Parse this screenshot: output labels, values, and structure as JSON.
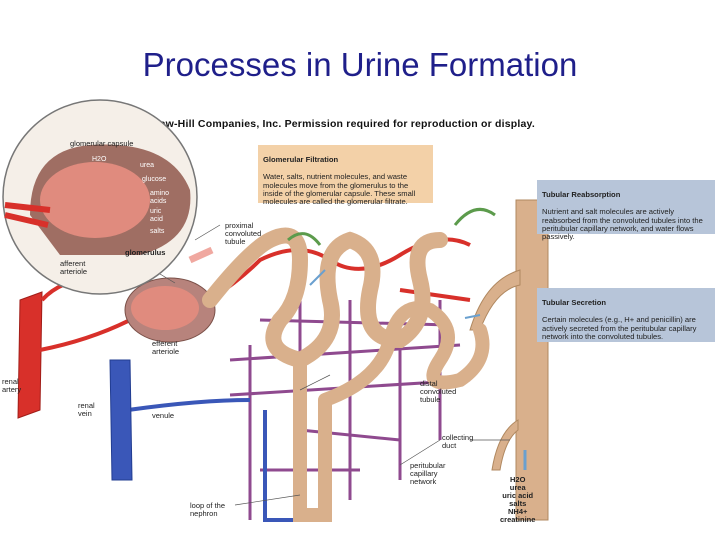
{
  "title": "Processes in Urine Formation",
  "copyright": "Copyright © The McGraw-Hill Companies, Inc. Permission required for reproduction or display.",
  "inset": {
    "capsule": "glomerular capsule",
    "h2o": "H2O",
    "urea": "urea",
    "glucose": "glucose",
    "amino": "amino\nacids",
    "uric": "uric\nacid",
    "salts": "salts",
    "glomerulus": "glomerulus"
  },
  "labels": {
    "afferent": "afferent\narteriole",
    "efferent": "efferent\narteriole",
    "renal_artery": "renal\nartery",
    "renal_vein": "renal\nvein",
    "venule": "venule",
    "proximal": "proximal\nconvoluted\ntubule",
    "distal": "distal\nconvoluted\ntubule",
    "collecting": "collecting\nduct",
    "peritubular": "peritubular\ncapillary\nnetwork",
    "loop": "loop of the\nnephron",
    "urine": "H2O\nurea\nuric acid\nsalts\nNH4+\ncreatinine"
  },
  "boxes": {
    "filtration_title": "Glomerular Filtration",
    "filtration_text": "Water, salts, nutrient molecules, and waste molecules move from the glomerulus to the inside of the glomerular capsule. These small molecules are called the glomerular filtrate.",
    "reabsorption_title": "Tubular Reabsorption",
    "reabsorption_text": "Nutrient and salt molecules are actively reabsorbed from the convoluted tubules into the peritubular capillary network, and water flows passively.",
    "secretion_title": "Tubular Secretion",
    "secretion_text": "Certain molecules (e.g., H+ and penicillin) are actively secreted from the peritubular capillary network into the convoluted tubules."
  },
  "colors": {
    "title": "#1f1f8a",
    "artery": "#d8302a",
    "vein": "#3a57b8",
    "capillary": "#8f4a8f",
    "tubule": "#d9b08c",
    "filtration_box": "#f3d1a8",
    "reabsorption_box": "#b7c5d9"
  }
}
